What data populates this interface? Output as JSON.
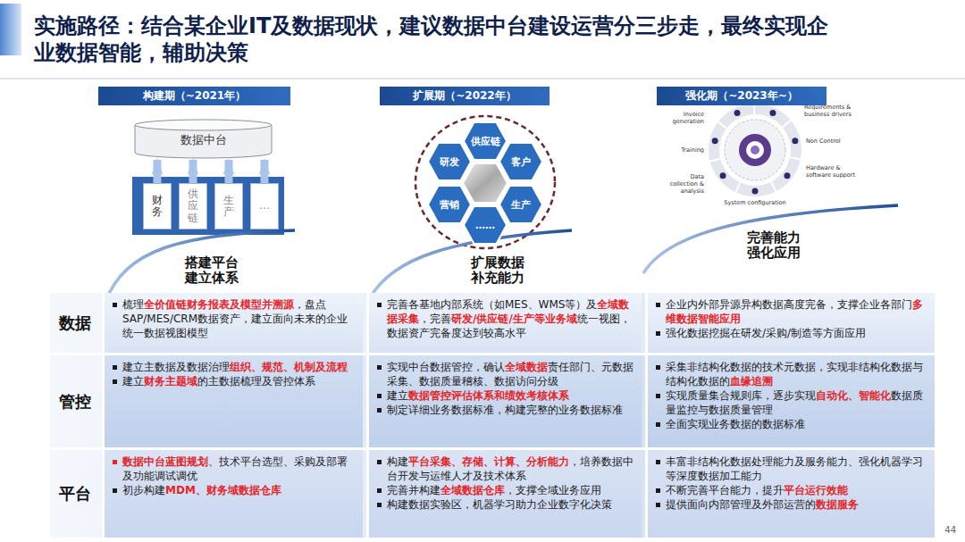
{
  "diagram": {
    "title": "实施路径：结合某企业IT及数据现状，建议数据中台建设运营分三步走，最终实现企业数据智能，辅助决策",
    "nodes": [
      {
        "text": [
          "构建期（~2021年）"
        ]
      },
      {
        "text": [
          "扩展期（~2022年）"
        ]
      },
      {
        "text": [
          "强化期（~2023年~）"
        ]
      },
      {
        "text": [
          "数据中台"
        ]
      },
      {
        "text": [
          "财务"
        ]
      },
      {
        "text": [
          "供应链"
        ]
      },
      {
        "text": [
          "生产"
        ]
      },
      {
        "text": [
          "…"
        ]
      },
      {
        "text": [
          "供应链"
        ]
      },
      {
        "text": [
          "研发"
        ]
      },
      {
        "text": [
          "客户"
        ]
      },
      {
        "text": [
          "营销"
        ]
      },
      {
        "text": [
          "生产"
        ]
      },
      {
        "text": [
          "……"
        ]
      },
      {
        "text": [
          "数据"
        ]
      },
      {
        "text": [
          "梳理",
          "全价值链财务报表及模型并溯源",
          "，盘点SAP/MES/CRM数据资产，建立面向未来的企业统一数据视图模型"
        ],
        "in": 14
      },
      {
        "text": [
          "完善各基地内部系统（如MES、WMS等）及",
          "全域数据采集",
          "，完善",
          "研发/供应链/生产等业务域",
          "统一视图，数据资产完备度达到较高水平"
        ],
        "in": 14
      },
      {
        "text": [
          "企业内外部异源异构数据高度完备，支撑企业各部门",
          "多维数据智能应用",
          "强化数据挖掘在研发/采购/制造等方面应用"
        ],
        "in": 14
      },
      {
        "text": [
          "管控"
        ]
      },
      {
        "text": [
          "建立主数据及数据治理",
          "组织、规范、机制及流程",
          "建立",
          "财务主题域",
          "的主数据梳理及管控体系"
        ],
        "in": 18
      },
      {
        "text": [
          "实现中台数据管控，确认",
          "全域数据",
          "责任部门、元数据采集、数据质量稽核、数据访问分级",
          "建立",
          "数据管控评估体系和绩效考核体系",
          "制定详细业务数据标准，构建完整的业务数据标准"
        ],
        "in": 18
      },
      {
        "text": [
          "采集非结构化数据的技术元数据，实现非结构化数据与结构化数据的",
          "血缘追溯",
          "实现质量集合规则库，逐步实现",
          "自动化、智能化",
          "数据质量监控与数据质量管理",
          "全面实现业务数据的数据标准"
        ],
        "in": 18
      },
      {
        "text": [
          "平台"
        ]
      },
      {
        "text": [
          "数据中台蓝图规划",
          "、技术平台选型、采购及部署及功能调试调优",
          "初步构建",
          "MDM、财务域数据仓库"
        ],
        "in": 22
      },
      {
        "text": [
          "构建",
          "平台采集、存储、计算、分析能力",
          "，培养数据中台开发与运维人才及技术体系",
          "完善并构建",
          "全域数据仓库",
          "，支撑全域业务应用",
          "构建数据实验区，机器学习助力企业数字化决策"
        ],
        "in": 22
      },
      {
        "text": [
          "丰富非结构化数据处理能力及服务能力、强化机器学习等深度数据加工能力",
          "不断完善平台能力，提升",
          "平台运行效能",
          "提供面向内部管理及外部运营的",
          "数据服务"
        ],
        "in": 22
      }
    ],
    "edges": [
      {
        "from": 4,
        "to": 3,
        "arrow": "to"
      },
      {
        "from": 5,
        "to": 3,
        "arrow": "to"
      },
      {
        "from": 6,
        "to": 3,
        "arrow": "to"
      },
      {
        "from": 7,
        "to": 3,
        "arrow": "to"
      }
    ],
    "labels": [
      "搭建平台 建立体系",
      "扩展数据 补充能力",
      "完善能力 强化应用",
      "Invoice generation",
      "Requirements & business drivers",
      "Non Control",
      "Hardware & software support",
      "Training",
      "Data collection & analysis",
      "System configuration",
      "44"
    ]
  }
}
